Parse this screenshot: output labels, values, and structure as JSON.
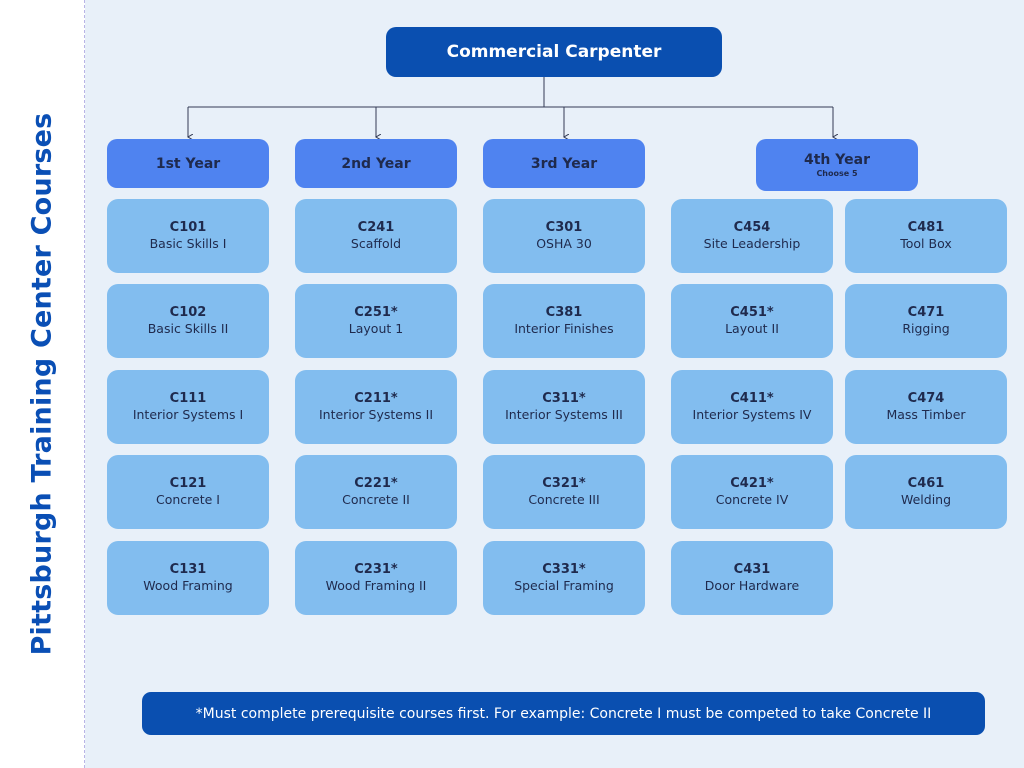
{
  "sidebar": {
    "title": "Pittsburgh Training Center Courses"
  },
  "root": {
    "title": "Commercial Carpenter"
  },
  "years": [
    {
      "label": "1st Year",
      "subtitle": "",
      "courses": [
        {
          "code": "C101",
          "name": "Basic Skills I"
        },
        {
          "code": "C102",
          "name": "Basic Skills II"
        },
        {
          "code": "C111",
          "name": "Interior Systems I"
        },
        {
          "code": "C121",
          "name": "Concrete I"
        },
        {
          "code": "C131",
          "name": "Wood Framing"
        }
      ]
    },
    {
      "label": "2nd Year",
      "subtitle": "",
      "courses": [
        {
          "code": "C241",
          "name": "Scaffold"
        },
        {
          "code": "C251*",
          "name": "Layout 1"
        },
        {
          "code": "C211*",
          "name": "Interior Systems II"
        },
        {
          "code": "C221*",
          "name": "Concrete II"
        },
        {
          "code": "C231*",
          "name": "Wood Framing II"
        }
      ]
    },
    {
      "label": "3rd Year",
      "subtitle": "",
      "courses": [
        {
          "code": "C301",
          "name": "OSHA 30"
        },
        {
          "code": "C381",
          "name": "Interior Finishes"
        },
        {
          "code": "C311*",
          "name": "Interior Systems III"
        },
        {
          "code": "C321*",
          "name": "Concrete III"
        },
        {
          "code": "C331*",
          "name": "Special Framing"
        }
      ]
    },
    {
      "label": "4th Year",
      "subtitle": "Choose 5",
      "courses": [
        {
          "code": "C454",
          "name": "Site Leadership"
        },
        {
          "code": "C451*",
          "name": "Layout II"
        },
        {
          "code": "C411*",
          "name": "Interior Systems IV"
        },
        {
          "code": "C421*",
          "name": "Concrete IV"
        },
        {
          "code": "C431",
          "name": "Door Hardware"
        }
      ],
      "electives": [
        {
          "code": "C481",
          "name": "Tool Box"
        },
        {
          "code": "C471",
          "name": "Rigging"
        },
        {
          "code": "C474",
          "name": "Mass Timber"
        },
        {
          "code": "C461",
          "name": "Welding"
        }
      ]
    }
  ],
  "footnote": "*Must complete prerequisite courses first. For example: Concrete I must be competed to take Concrete II",
  "colors": {
    "brand_dark": "#0a4fb0",
    "year_header": "#4f83f0",
    "course_card": "#82bdef",
    "background": "#e8f0f9",
    "text_dark": "#1f2a4d"
  }
}
